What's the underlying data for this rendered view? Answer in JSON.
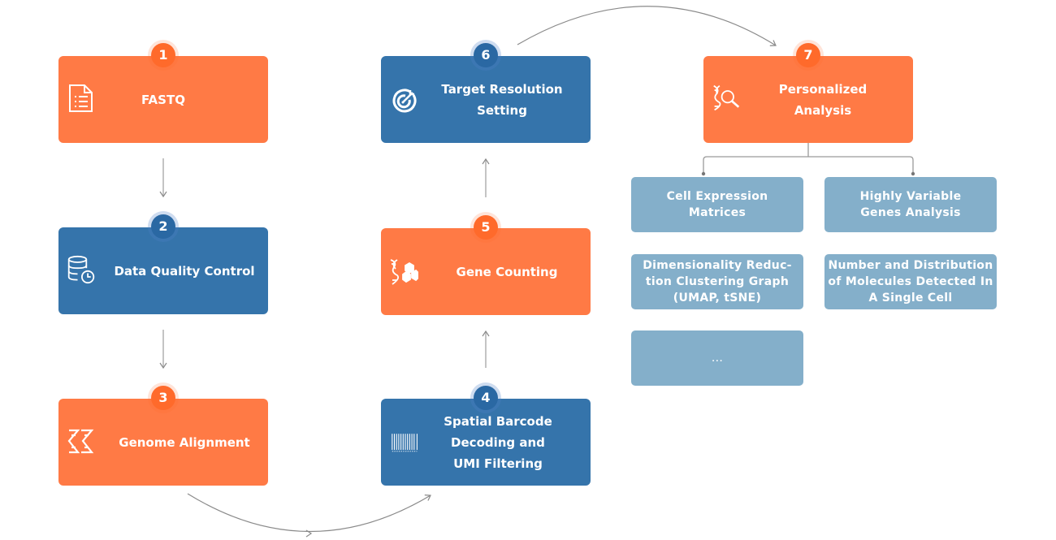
{
  "steps": [
    {
      "number": "1",
      "label": "FASTQ",
      "icon": "document-list-icon",
      "color": "#ff7a45"
    },
    {
      "number": "2",
      "label": "Data Quality Control",
      "icon": "database-clock-icon",
      "color": "#3574ab"
    },
    {
      "number": "3",
      "label": "Genome Alignment",
      "icon": "dna-icon",
      "color": "#ff7a45"
    },
    {
      "number": "4",
      "label": "Spatial Barcode Decoding and UMI Filtering",
      "icon": "barcode-icon",
      "color": "#3574ab"
    },
    {
      "number": "5",
      "label": "Gene Counting",
      "icon": "dna-hexagon-icon",
      "color": "#ff7a45"
    },
    {
      "number": "6",
      "label": "Target Resolution Setting",
      "icon": "target-icon",
      "color": "#3574ab"
    },
    {
      "number": "7",
      "label": "Personalized Analysis",
      "icon": "dna-search-icon",
      "color": "#ff7a45"
    }
  ],
  "results": [
    {
      "label": "Cell Expression Matrices"
    },
    {
      "label": "Highly Variable Genes Analysis"
    },
    {
      "label": "Dimensionality Reduc-tion Clustering Graph (UMAP, tSNE)"
    },
    {
      "label": "Number and Distribution of Molecules Detected In A Single Cell"
    },
    {
      "label": "..."
    }
  ],
  "colors": {
    "orange": "#ff7a45",
    "blue": "#3574ab",
    "result": "#84afca",
    "connector": "#8a8a8a"
  }
}
